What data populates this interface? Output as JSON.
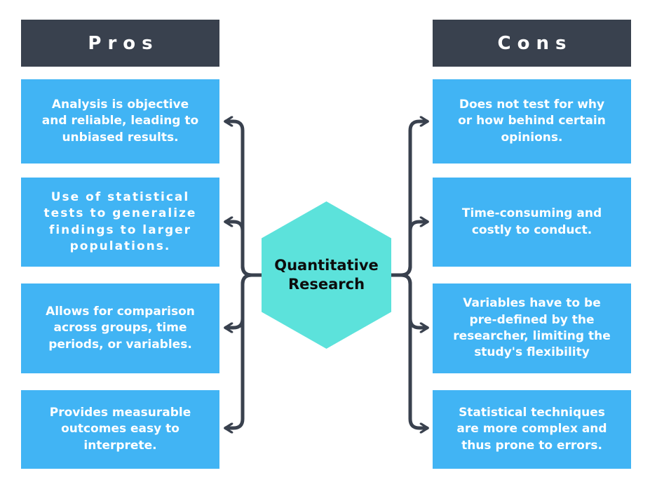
{
  "colors": {
    "background": "#FFFFFF",
    "header_bg": "#39414E",
    "box_bg": "#41B4F4",
    "box_text": "#FFFFFF",
    "hexagon_bg": "#5CE2DB",
    "hexagon_text": "#0D0D0D",
    "connector": "#39414E"
  },
  "center": {
    "label": "Quantitative\nResearch"
  },
  "pros": {
    "header": "Pros",
    "items": [
      "Analysis is objective\nand reliable, leading to\nunbiased results.",
      "Use of statistical\ntests to generalize\nfindings to larger\npopulations.",
      "Allows for comparison\nacross groups, time\nperiods, or variables.",
      "Provides measurable\noutcomes easy to\ninterprete."
    ]
  },
  "cons": {
    "header": "Cons",
    "items": [
      "Does not test for why\nor how behind certain\nopinions.",
      "Time-consuming and\ncostly to conduct.",
      "Variables have to be\npre-defined by the\nresearcher, limiting the\nstudy's flexibility",
      "Statistical techniques\nare more complex and\nthus prone to errors."
    ]
  }
}
